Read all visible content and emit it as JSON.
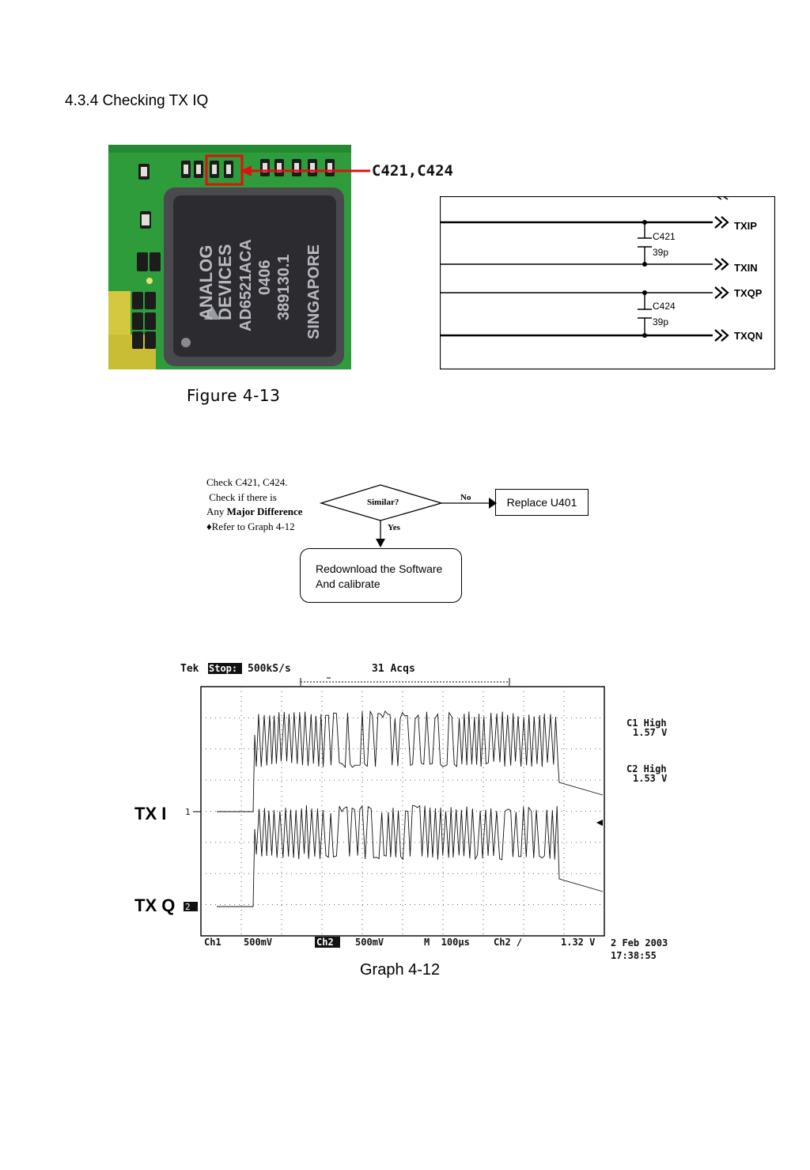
{
  "section_title": "4.3.4 Checking TX IQ",
  "figure": {
    "callout_label": "C421,C424",
    "chip_text": [
      "ANALOG",
      "DEVICES",
      "AD6521ACA",
      "0406",
      "389130.1",
      "SINGAPORE"
    ],
    "caption": "Figure 4-13",
    "schematic": {
      "nets": [
        "TXIP",
        "TXIN",
        "TXQP",
        "TXQN"
      ],
      "caps": [
        {
          "ref": "C421",
          "value": "39p"
        },
        {
          "ref": "C424",
          "value": "39p"
        }
      ]
    }
  },
  "flowchart": {
    "check_lines": [
      "Check C421, C424.",
      " Check if there is",
      "Any ",
      "Major Difference",
      "♦Refer to Graph 4-12"
    ],
    "decision": "Similar?",
    "no_label": "No",
    "yes_label": "Yes",
    "replace_box": "Replace U401",
    "redownload_line1": "Redownload the Software",
    "redownload_line2": "And calibrate"
  },
  "scope": {
    "header_tek": "Tek",
    "header_stop": "Stop:",
    "header_rate": "500kS/s",
    "header_acqs": "31 Acqs",
    "trace_labels": [
      "TX I",
      "TX Q"
    ],
    "c1_high_label": "C1 High",
    "c1_high_value": "1.57 V",
    "c2_high_label": "C2 High",
    "c2_high_value": "1.53 V",
    "footer_ch1": "Ch1",
    "footer_ch1_scale": "500mV",
    "footer_ch2": "Ch2",
    "footer_ch2_scale": "500mV",
    "footer_time": "M  100µs",
    "footer_trig": "Ch2 ∕",
    "footer_level": "1.32 V",
    "date": "2 Feb 2003",
    "time": "17:38:55",
    "marker_1": "1",
    "marker_2": "2"
  },
  "graph_caption": "Graph 4-12",
  "colors": {
    "pcb_green": "#2e9a3a",
    "chip_dark": "#2a2a2c",
    "callout_red": "#e01010"
  }
}
